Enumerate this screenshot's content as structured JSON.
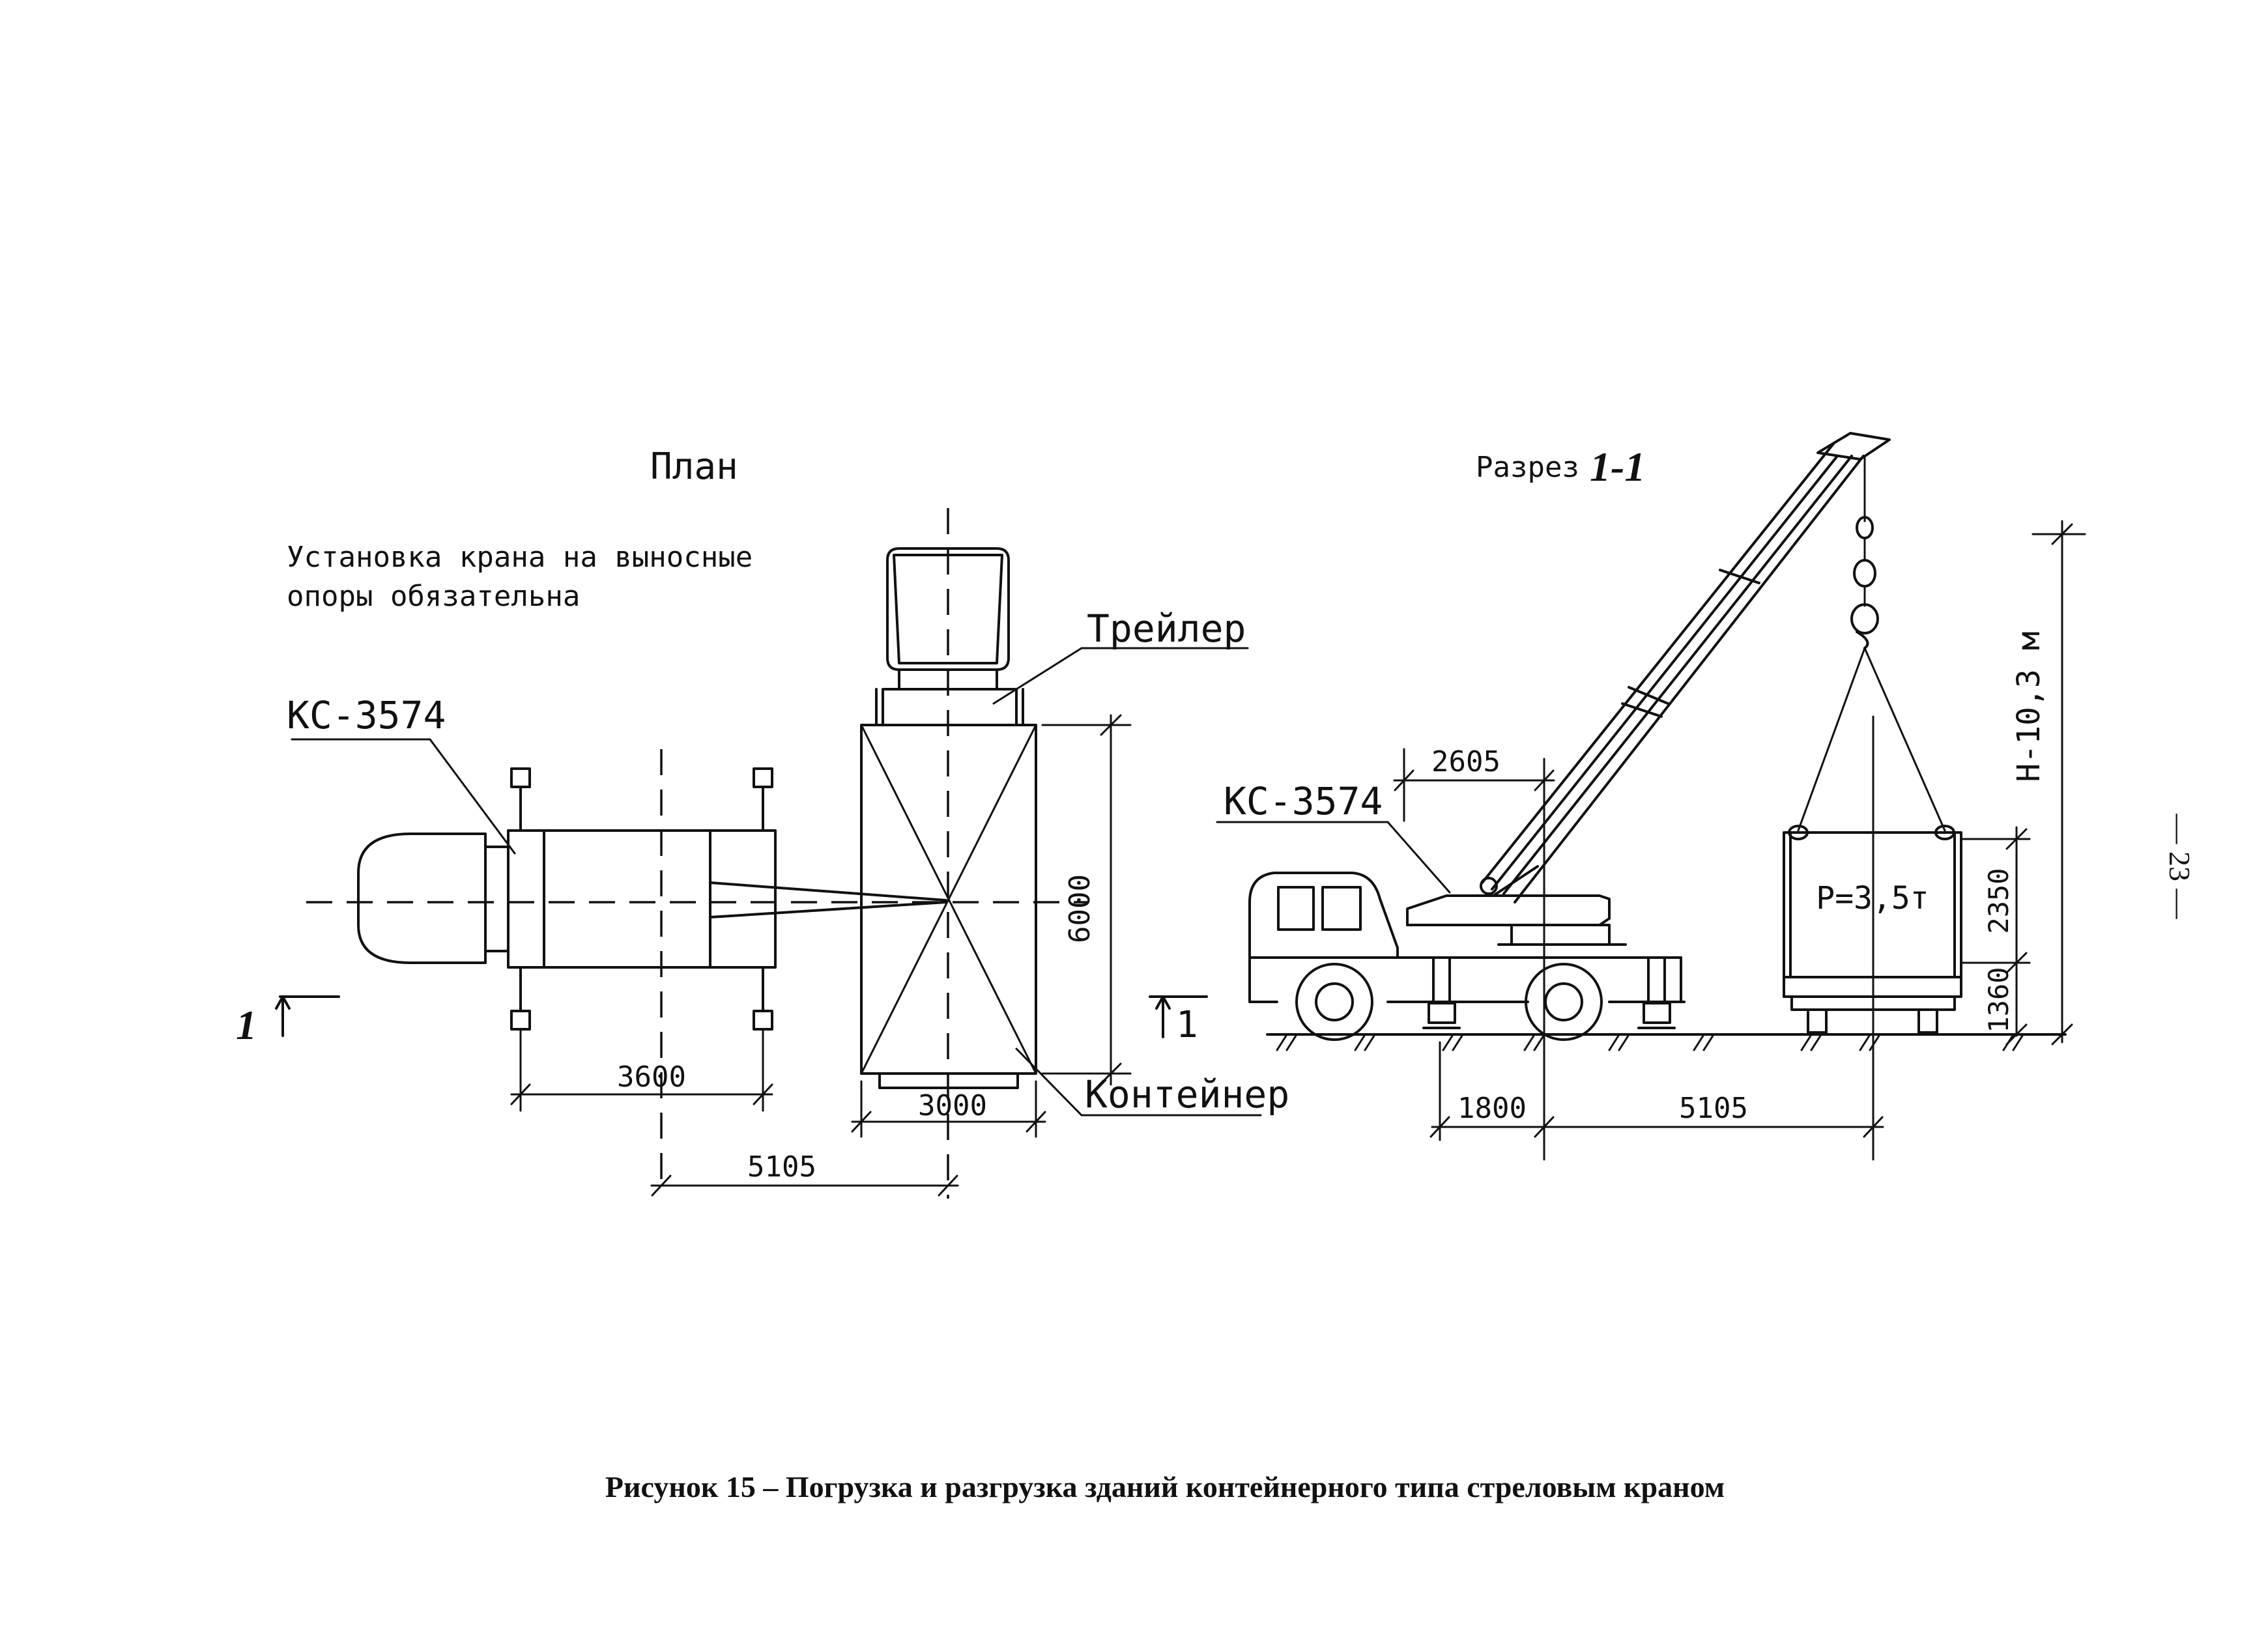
{
  "plan": {
    "title": "План",
    "note_line1": "Установка крана на выносные",
    "note_line2": "опоры обязательна",
    "crane_label": "КС-3574",
    "trailer_label": "Трейлер",
    "container_label": "Контейнер",
    "dims": {
      "outriggers": "3600",
      "container_width": "3000",
      "container_length": "6000",
      "reach": "5105"
    },
    "section_mark_left": "1",
    "section_mark_right": "1"
  },
  "section": {
    "title": "Разрез",
    "title_mark": "1-1",
    "crane_label": "КС-3574",
    "load_label": "Р=3,5т",
    "height_label": "Н-10,3 м",
    "dims": {
      "boom_offset": "2605",
      "container_height": "2350",
      "trailer_height": "1360",
      "front_support": "1800",
      "reach": "5105"
    }
  },
  "page_number": "— 23 —",
  "caption": "Рисунок 15 – Погрузка и разгрузка зданий контейнерного типа стреловым краном"
}
